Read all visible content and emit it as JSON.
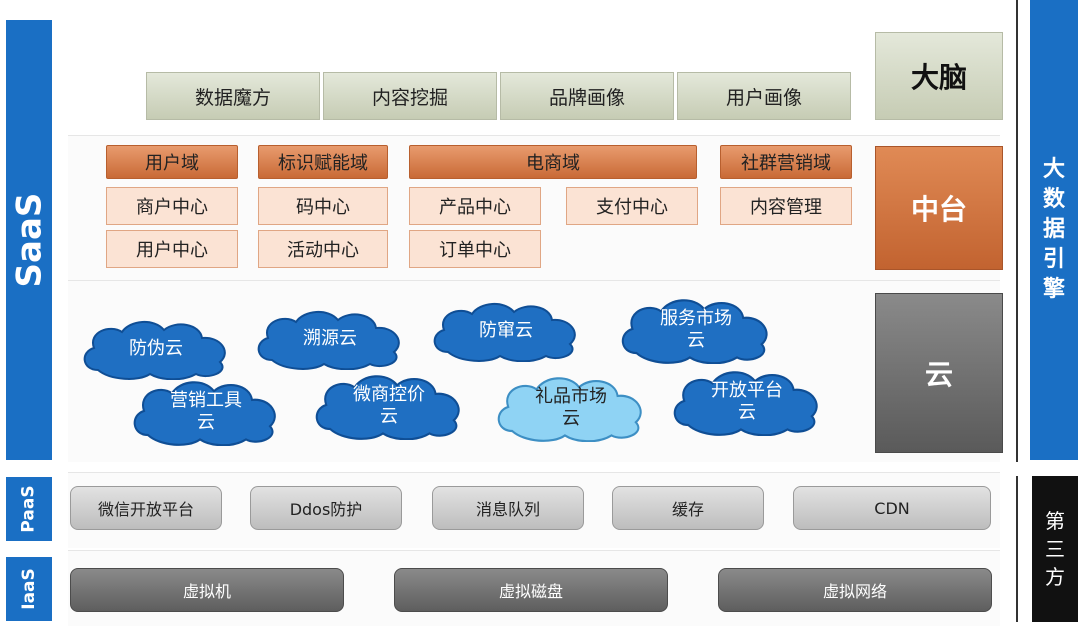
{
  "left_labels": {
    "saas": "SaaS",
    "paas": "PaaS",
    "iaas": "IaaS"
  },
  "right_labels": {
    "engine": [
      "大",
      "数",
      "据",
      "引",
      "擎"
    ],
    "third_party": [
      "第",
      "三",
      "方"
    ]
  },
  "brain_row": {
    "items": [
      "数据魔方",
      "内容挖掘",
      "品牌画像",
      "用户画像"
    ],
    "side": "大脑"
  },
  "middle": {
    "heads": [
      "用户域",
      "标识赋能域",
      "电商域",
      "社群营销域"
    ],
    "row1": [
      "商户中心",
      "码中心",
      "产品中心",
      "支付中心",
      "内容管理"
    ],
    "row2": [
      "用户中心",
      "活动中心",
      "订单中心"
    ],
    "side": "中台"
  },
  "cloud": {
    "clouds": [
      "防伪云",
      "溯源云",
      "防窜云",
      "服务市场\n云",
      "营销工具\n云",
      "微商控价\n云",
      "礼品市场\n云",
      "开放平台\n云"
    ],
    "side": "云"
  },
  "paas_row": [
    "微信开放平台",
    "Ddos防护",
    "消息队列",
    "缓存",
    "CDN"
  ],
  "iaas_row": [
    "虚拟机",
    "虚拟磁盘",
    "虚拟网络"
  ],
  "colors": {
    "blue": "#1a6fc4",
    "cloud_dark": "#1f6fc2",
    "cloud_light": "#8fd3f4",
    "orange": "#d87a45"
  }
}
